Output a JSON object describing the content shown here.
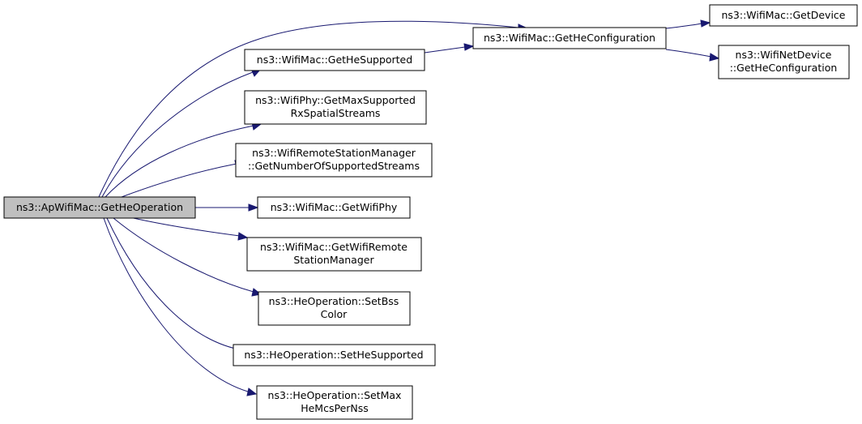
{
  "diagram": {
    "root": {
      "lines": [
        "ns3::ApWifiMac::GetHeOperation"
      ]
    },
    "callees": [
      {
        "id": "getHeConfiguration",
        "lines": [
          "ns3::WifiMac::GetHeConfiguration"
        ]
      },
      {
        "id": "getHeSupported",
        "lines": [
          "ns3::WifiMac::GetHeSupported"
        ]
      },
      {
        "id": "getMaxSupportedRx",
        "lines": [
          "ns3::WifiPhy::GetMaxSupported",
          "RxSpatialStreams"
        ]
      },
      {
        "id": "getNumberOfSupportedStreams",
        "lines": [
          "ns3::WifiRemoteStationManager",
          "::GetNumberOfSupportedStreams"
        ]
      },
      {
        "id": "getWifiPhy",
        "lines": [
          "ns3::WifiMac::GetWifiPhy"
        ]
      },
      {
        "id": "getWifiRemoteStationManager",
        "lines": [
          "ns3::WifiMac::GetWifiRemote",
          "StationManager"
        ]
      },
      {
        "id": "setBssColor",
        "lines": [
          "ns3::HeOperation::SetBss",
          "Color"
        ]
      },
      {
        "id": "setHeSupported",
        "lines": [
          "ns3::HeOperation::SetHeSupported"
        ]
      },
      {
        "id": "setMaxHeMcsPerNss",
        "lines": [
          "ns3::HeOperation::SetMax",
          "HeMcsPerNss"
        ]
      },
      {
        "id": "getDevice",
        "lines": [
          "ns3::WifiMac::GetDevice"
        ]
      },
      {
        "id": "netDeviceGetHeConfiguration",
        "lines": [
          "ns3::WifiNetDevice",
          "::GetHeConfiguration"
        ]
      }
    ]
  }
}
